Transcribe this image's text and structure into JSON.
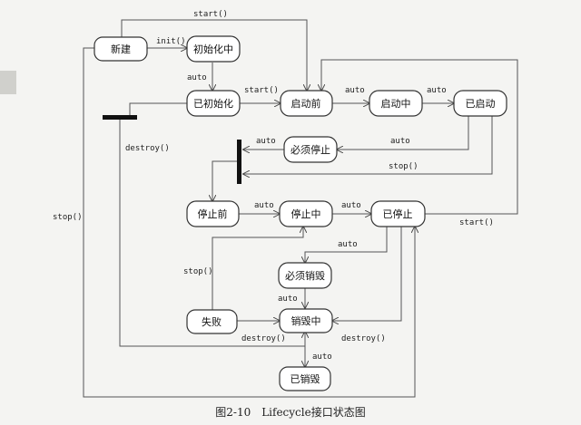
{
  "states": {
    "xinjian": "新建",
    "chushihuazhong": "初始化中",
    "yichushihua": "已初始化",
    "qidongqian": "启动前",
    "qidongzhong": "启动中",
    "yiqidong": "已启动",
    "bixutingzhi": "必须停止",
    "tingzhiqian": "停止前",
    "tingzhizhong": "停止中",
    "yitingzhi": "已停止",
    "bixuxiaohui": "必须销毁",
    "shibai": "失败",
    "xiaohuizhong": "销毁中",
    "yixiaohui": "已销毁"
  },
  "labels": {
    "start_top": "start()",
    "init": "init()",
    "auto_init": "auto",
    "start_mid": "start()",
    "auto_qidong1": "auto",
    "auto_qidong2": "auto",
    "auto_bixu_left": "auto",
    "auto_bixu_right": "auto",
    "stop_right": "stop()",
    "destroy_left": "destroy()",
    "stop_far_left": "stop()",
    "auto_tingzhi": "auto",
    "auto_tingzhi2": "auto",
    "start_bottom": "start()",
    "auto_xiaohui": "auto",
    "stop_shibai": "stop()",
    "auto_bixuxiaohui": "auto",
    "destroy_bottom_left": "destroy()",
    "destroy_bottom_right": "destroy()",
    "auto_final": "auto"
  },
  "caption": "图2-10　Lifecycle接口状态图"
}
